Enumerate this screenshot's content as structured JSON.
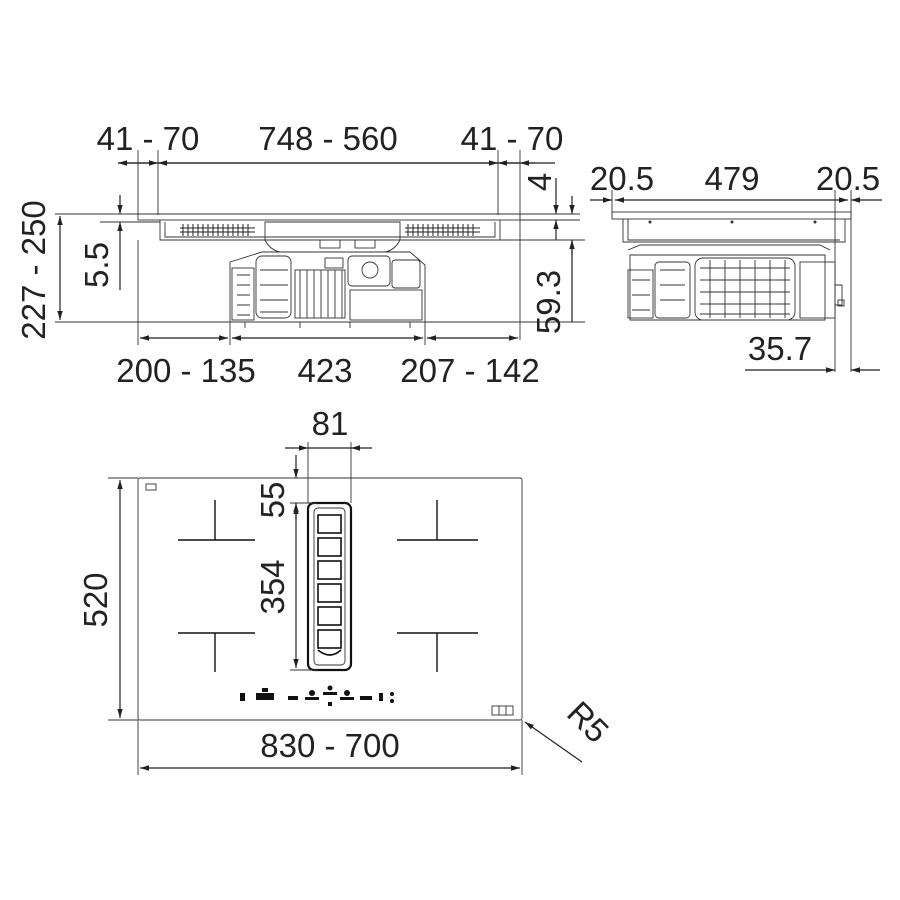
{
  "side_view": {
    "width_left": "41 - 70",
    "width_center": "748 - 560",
    "width_right": "41 - 70",
    "glass_thickness": "4",
    "total_height": "227 - 250",
    "offset_height": "5.5",
    "unit_height": "59.3",
    "bottom_left": "200 - 135",
    "bottom_center": "423",
    "bottom_right": "207 - 142"
  },
  "front_view": {
    "width_left": "20.5",
    "width_center": "479",
    "width_right": "20.5",
    "bottom_depth": "35.7"
  },
  "top_view": {
    "vent_width": "81",
    "vent_offset": "55",
    "vent_length": "354",
    "depth": "520",
    "width": "830 - 700",
    "corner_radius": "R5"
  }
}
